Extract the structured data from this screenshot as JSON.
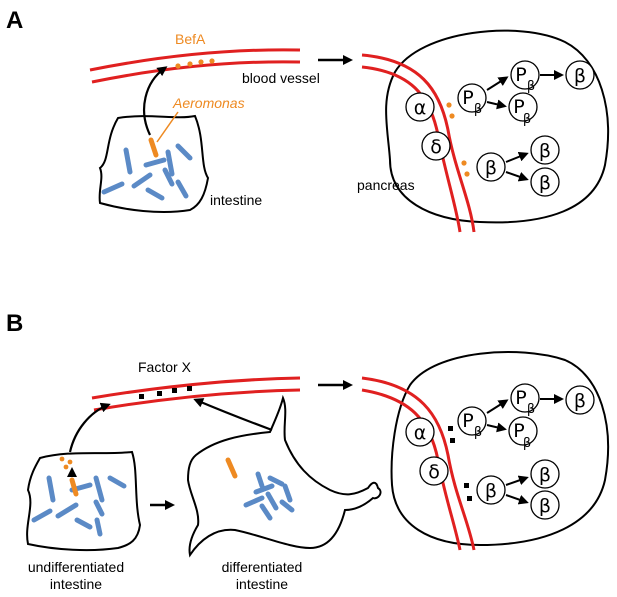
{
  "colors": {
    "vessel": "#e02020",
    "bacteria": "#5b8ac6",
    "aeromonas": "#ee8a22",
    "outline": "#000000"
  },
  "panelA": {
    "letter": "A",
    "befa": "BefA",
    "aeromonas": "Aeromonas",
    "blood_vessel": "blood vessel",
    "intestine": "intestine",
    "pancreas": "pancreas",
    "cells": {
      "alpha": "α",
      "delta": "δ",
      "beta": "β",
      "p": "P",
      "p_sub": "β"
    }
  },
  "panelB": {
    "letter": "B",
    "factor_x": "Factor X",
    "undiff_1": "undifferentiated",
    "undiff_2": "intestine",
    "diff_1": "differentiated",
    "diff_2": "intestine",
    "cells": {
      "alpha": "α",
      "delta": "δ",
      "beta": "β",
      "p": "P",
      "p_sub": "β"
    }
  }
}
